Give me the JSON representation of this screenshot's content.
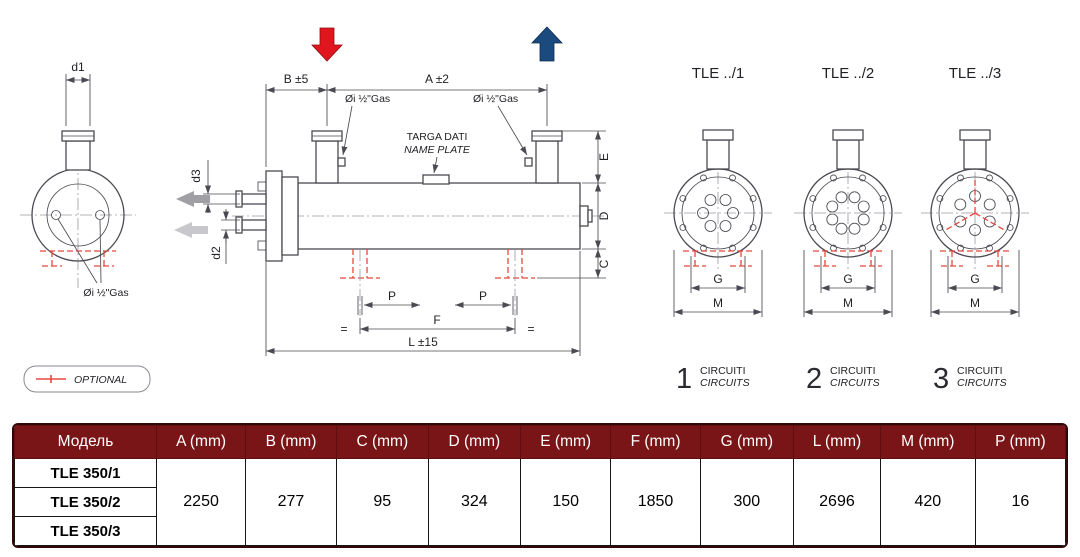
{
  "colors": {
    "line": "#4a4a52",
    "header_bg": "#7a1517",
    "header_text": "#ffffff",
    "inlet_arrow": "#df161d",
    "outlet_arrow": "#1b4a7e",
    "optional_red": "#e8483f"
  },
  "drawing": {
    "end_view_left": {
      "d1": "d1",
      "gas": "Øi ½\"Gas"
    },
    "side_view": {
      "b": "B ±5",
      "a": "A ±2",
      "gas_left": "Øi ½\"Gas",
      "gas_right": "Øi ½\"Gas",
      "targa_dati": "TARGA DATI",
      "name_plate": "NAME PLATE",
      "d3": "d3",
      "d2": "d2",
      "e": "E",
      "d": "D",
      "c": "C",
      "p_left": "P",
      "p_right": "P",
      "eq_left": "=",
      "eq_right": "=",
      "f": "F",
      "l": "L ±15"
    },
    "optional_label": "OPTIONAL",
    "circuit_views": [
      {
        "title": "TLE ../1",
        "g": "G",
        "m": "M",
        "number": "1",
        "circuiti": "CIRCUITI",
        "circuits": "CIRCUITS"
      },
      {
        "title": "TLE ../2",
        "g": "G",
        "m": "M",
        "number": "2",
        "circuiti": "CIRCUITI",
        "circuits": "CIRCUITS"
      },
      {
        "title": "TLE ../3",
        "g": "G",
        "m": "M",
        "number": "3",
        "circuiti": "CIRCUITI",
        "circuits": "CIRCUITS"
      }
    ]
  },
  "table": {
    "headers": [
      "Модель",
      "A (mm)",
      "B (mm)",
      "C (mm)",
      "D (mm)",
      "E (mm)",
      "F (mm)",
      "G (mm)",
      "L (mm)",
      "M (mm)",
      "P (mm)"
    ],
    "models": [
      "TLE 350/1",
      "TLE 350/2",
      "TLE 350/3"
    ],
    "values": [
      "2250",
      "277",
      "95",
      "324",
      "150",
      "1850",
      "300",
      "2696",
      "420",
      "16"
    ]
  }
}
